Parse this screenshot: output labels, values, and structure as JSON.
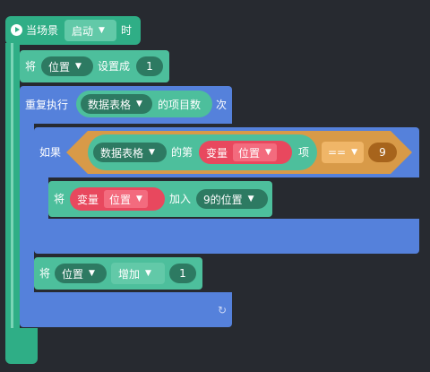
{
  "hat_block": {
    "label": "当场景",
    "dropdown": "启动",
    "suffix": "时",
    "icon": "play-circle-icon"
  },
  "set_block": {
    "prefix": "将",
    "variable": "位置",
    "middle": "设置成",
    "value": "1"
  },
  "repeat_block": {
    "prefix": "重复执行",
    "list": "数据表格",
    "middle": "的项目数",
    "suffix": "次"
  },
  "if_block": {
    "prefix": "如果",
    "list": "数据表格",
    "of": "的第",
    "var_label": "变量",
    "var_name": "位置",
    "item": "项",
    "operator": "==",
    "value": "9"
  },
  "add_block": {
    "prefix": "将",
    "var_label": "变量",
    "var_name": "位置",
    "middle": "加入",
    "target": "9的位置"
  },
  "increment_block": {
    "prefix": "将",
    "variable": "位置",
    "operation": "增加",
    "value": "1"
  },
  "icons": {
    "dropdown": "▼",
    "loop_end": "↻"
  },
  "colors": {
    "background": "#272a30",
    "event_green": "#2fae86",
    "variable_green": "#4dbf9c",
    "control_blue": "#5581db",
    "logic_orange": "#d89a48",
    "operator_red": "#e8485e"
  }
}
